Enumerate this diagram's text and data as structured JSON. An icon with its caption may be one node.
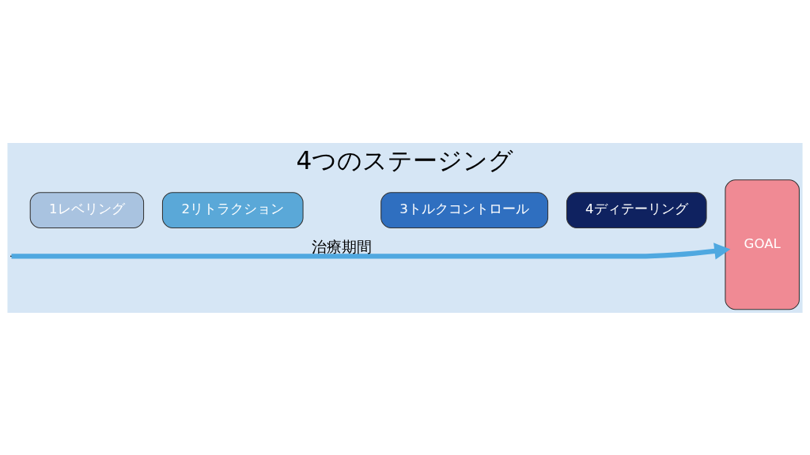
{
  "diagram": {
    "title": "4つのステージング",
    "nodes": [
      {
        "text": [
          "1レベリング"
        ]
      },
      {
        "text": [
          "2リトラクション"
        ]
      },
      {
        "text": [
          "3トルクコントロール"
        ]
      },
      {
        "text": [
          "4ディテーリング"
        ]
      },
      {
        "text": [
          "GOAL"
        ]
      }
    ],
    "edges": [
      {
        "from": null,
        "to": 4,
        "arrow": "to",
        "label": "治療期間"
      }
    ]
  }
}
